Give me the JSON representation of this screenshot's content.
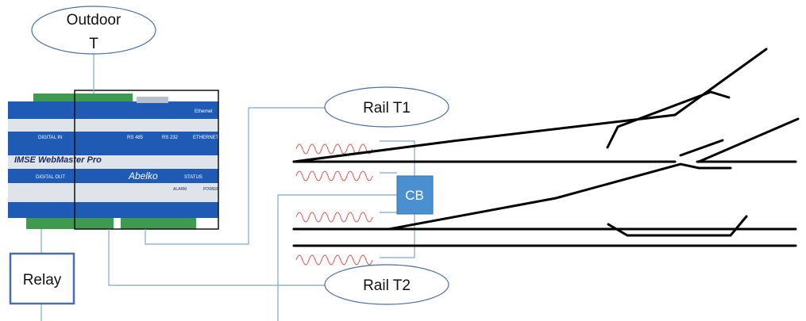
{
  "outdoor_sensor": {
    "line1": "Outdoor",
    "line2": "T"
  },
  "rail_sensor_1": {
    "label": "Rail T1"
  },
  "rail_sensor_2": {
    "label": "Rail T2"
  },
  "control_box": {
    "label": "CB"
  },
  "relay": {
    "label": "Relay"
  },
  "controller": {
    "brand": "IMSE WebMaster Pro",
    "maker": "Abelko",
    "digital_in": "DIGITAL IN",
    "digital_out": "DIGITAL OUT",
    "rs485": "RS 485",
    "rs232": "RS 232",
    "ethernet": "ETHERNET",
    "status": "STATUS",
    "alarm": "ALARM",
    "power": "POWER",
    "ethernet_top": "Ethernet"
  },
  "colors": {
    "sensor_outline": "#4a6fa5",
    "wire": "#7fa7d0",
    "heater": "#e0504a",
    "cb_fill": "#4a8fd0",
    "device_blue": "#1f5bb5",
    "terminal_green": "#3f9a4f",
    "track": "#000000"
  }
}
